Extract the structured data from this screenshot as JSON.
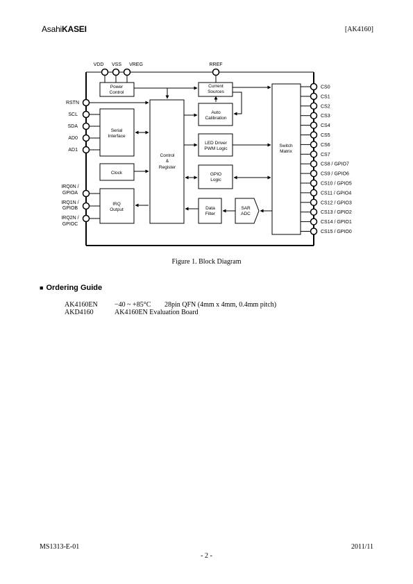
{
  "header": {
    "company_part1": "Asahi",
    "company_part2": "KASEI",
    "part_number": "[AK4160]"
  },
  "diagram": {
    "supply_pins": [
      "VDD",
      "VSS",
      "VREG"
    ],
    "rref_pin": "RREF",
    "left_pins": [
      "RSTN",
      "SCL",
      "SDA",
      "AD0",
      "AD1"
    ],
    "irq_pins": [
      {
        "line1": "IRQ0N /",
        "line2": "GPIOA"
      },
      {
        "line1": "IRQ1N /",
        "line2": "GPIOB"
      },
      {
        "line1": "IRQ2N /",
        "line2": "GPIOC"
      }
    ],
    "right_pins": [
      "CS0",
      "CS1",
      "CS2",
      "CS3",
      "CS4",
      "CS5",
      "CS6",
      "CS7",
      "CS8 / GPIO7",
      "CS9 / GPIO6",
      "CS10 / GPIO5",
      "CS11 / GPIO4",
      "CS12 / GPIO3",
      "CS13 / GPIO2",
      "CS14 / GPIO1",
      "CS15 / GPIO0"
    ],
    "blocks": {
      "power_control": [
        "Power",
        "Control"
      ],
      "serial_interface": [
        "Serial",
        "Interface"
      ],
      "clock": [
        "Clock"
      ],
      "irq_output": [
        "IRQ",
        "Output"
      ],
      "control_register": [
        "Control",
        "&",
        "Register"
      ],
      "current_sources": [
        "Current",
        "Sources"
      ],
      "auto_calibration": [
        "Auto",
        "Calibration"
      ],
      "led_driver": [
        "LED Driver",
        "PWM Logic"
      ],
      "gpio_logic": [
        "GPIO",
        "Logic"
      ],
      "data_filter": [
        "Data",
        "Filter"
      ],
      "sar_adc": [
        "SAR",
        "ADC"
      ],
      "switch_matrix": [
        "Switch",
        "Matrix"
      ]
    }
  },
  "caption": "Figure 1. Block Diagram",
  "ordering_guide": {
    "title": "Ordering Guide",
    "rows": [
      {
        "part": "AK4160EN",
        "temp": "−40 ~ +85°C",
        "desc": "28pin QFN (4mm x 4mm, 0.4mm pitch)"
      },
      {
        "part": "AKD4160",
        "temp": "",
        "desc": "AK4160EN Evaluation Board"
      }
    ]
  },
  "footer": {
    "doc_number": "MS1313-E-01",
    "page": "- 2 -",
    "date": "2011/11"
  }
}
